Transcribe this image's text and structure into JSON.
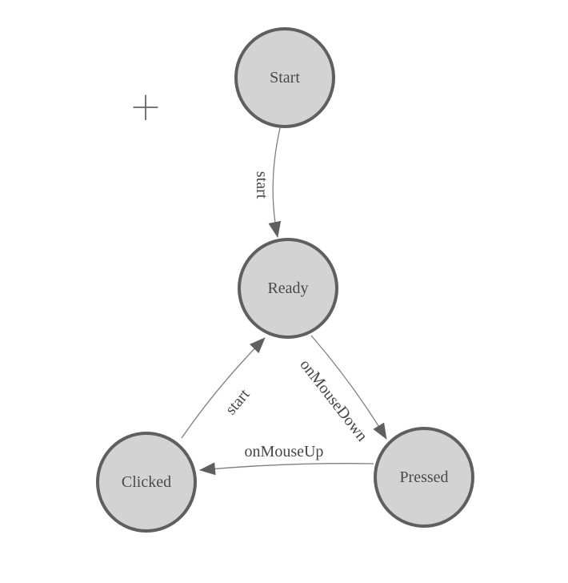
{
  "colors": {
    "node_fill": "#d3d3d3",
    "node_stroke": "#5f5f5f",
    "node_text": "#4a4a4a",
    "edge_line": "#7f7f7f",
    "edge_arrow": "#5f5f5f",
    "edge_text": "#45454b",
    "cursor": "#666666"
  },
  "diagram": {
    "type": "state-machine",
    "nodes": [
      {
        "id": "start",
        "label": "Start"
      },
      {
        "id": "ready",
        "label": "Ready"
      },
      {
        "id": "clicked",
        "label": "Clicked"
      },
      {
        "id": "pressed",
        "label": "Pressed"
      }
    ],
    "edges": [
      {
        "id": "start-to-ready",
        "from": "start",
        "to": "ready",
        "label": "start"
      },
      {
        "id": "ready-to-pressed",
        "from": "ready",
        "to": "pressed",
        "label": "onMouseDown"
      },
      {
        "id": "pressed-to-clicked",
        "from": "pressed",
        "to": "clicked",
        "label": "onMouseUp"
      },
      {
        "id": "clicked-to-ready",
        "from": "clicked",
        "to": "ready",
        "label": "start"
      }
    ],
    "cursor_icon": "crosshair"
  }
}
